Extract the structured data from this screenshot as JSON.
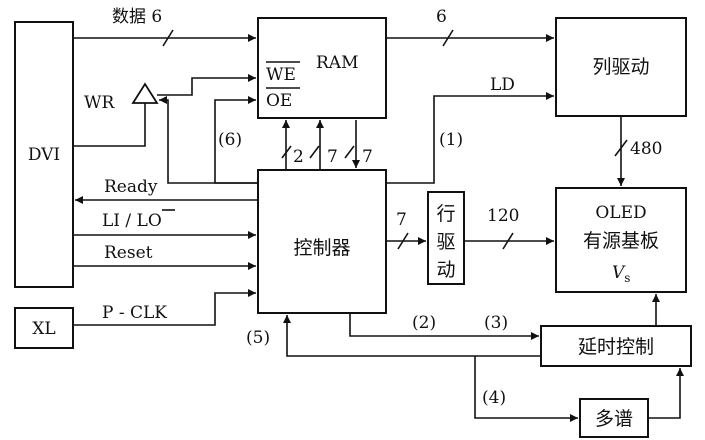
{
  "blocks": {
    "dvi": "DVI",
    "ram": "RAM",
    "we": "WE",
    "oe": "OE",
    "column_driver": "列驱动",
    "controller": "控制器",
    "row_driver": [
      "行",
      "驱",
      "动"
    ],
    "oled_title": "OLED",
    "oled_sub": "有源基板",
    "vs_main": "V",
    "vs_sub": "s",
    "xl": "XL",
    "delay_control": "延时控制",
    "multispectrum": "多谱"
  },
  "signals": {
    "data": "数据 6",
    "ram_to_column": "6",
    "wr": "WR",
    "ld": "LD",
    "label_1": "(1)",
    "label_6": "(6)",
    "bus_2": "2",
    "bus_7a": "7",
    "bus_7b": "7",
    "column_480": "480",
    "ready": "Ready",
    "li_prefix": "LI / L",
    "li_over": "O",
    "reset": "Reset",
    "ctrl_to_row": "7",
    "row_to_oled": "120",
    "pclk": "P - CLK",
    "label_2": "(2)",
    "label_3": "(3)",
    "label_4": "(4)",
    "label_5": "(5)"
  }
}
